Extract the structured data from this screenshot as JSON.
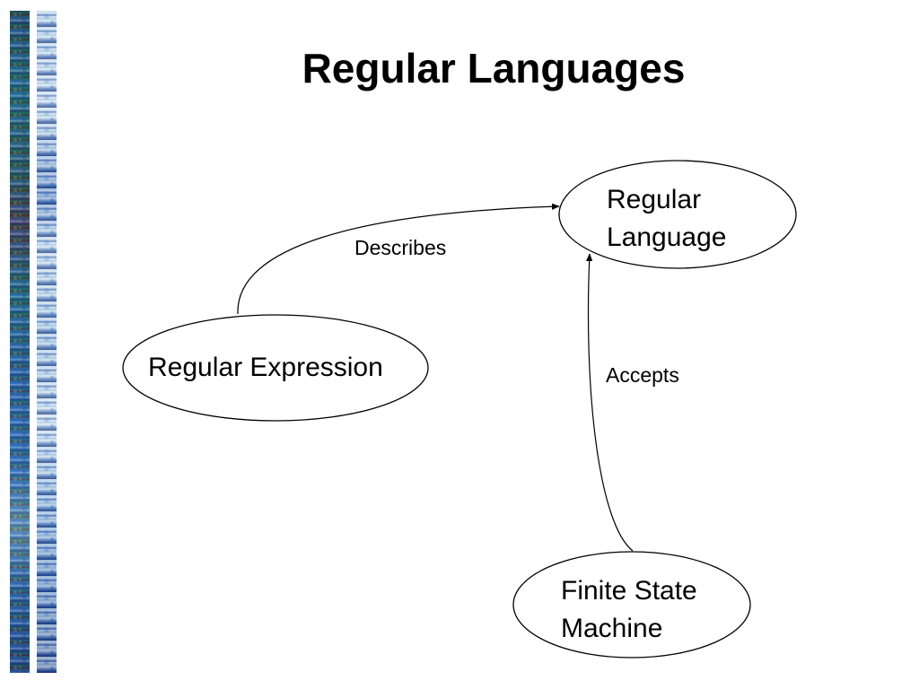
{
  "slide": {
    "title": "Regular Languages"
  },
  "nodes": {
    "regular_language": {
      "line1": "Regular",
      "line2": "Language"
    },
    "regular_expression": {
      "label": "Regular Expression"
    },
    "finite_state_machine": {
      "line1": "Finite State",
      "line2": "Machine"
    }
  },
  "edges": {
    "describes": {
      "label": "Describes",
      "from": "Regular Expression",
      "to": "Regular Language"
    },
    "accepts": {
      "label": "Accepts",
      "from": "Finite State Machine",
      "to": "Regular Language"
    }
  },
  "colors": {
    "background": "#ffffff",
    "ink": "#000000",
    "strip_teal": "#1f6f73",
    "strip_navy": "#1c2f6e",
    "strip_blue": "#3a78c9",
    "strip_light": "#c9dcec"
  }
}
